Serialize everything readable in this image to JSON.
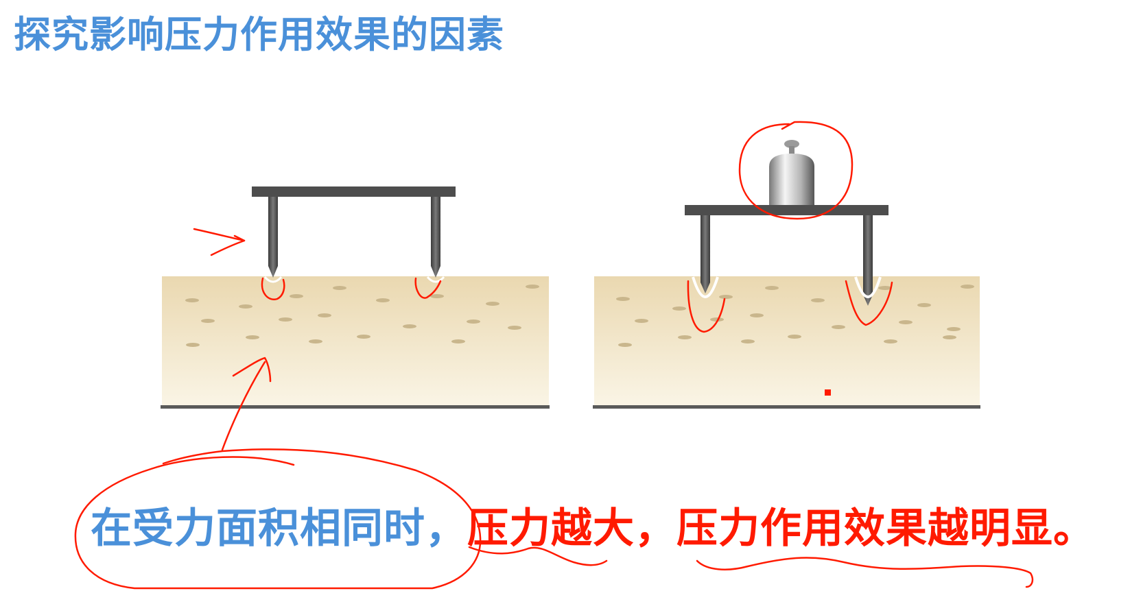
{
  "title": "探究影响压力作用效果的因素",
  "conclusion": {
    "part1": "在受力面积相同时，",
    "part2": "压力越大，",
    "part3": "压力作用效果越明显。"
  },
  "colors": {
    "title": "#4a90d9",
    "accent": "#ff1a00",
    "sand": "#f1e3c4",
    "table": "#4d4d4d"
  }
}
